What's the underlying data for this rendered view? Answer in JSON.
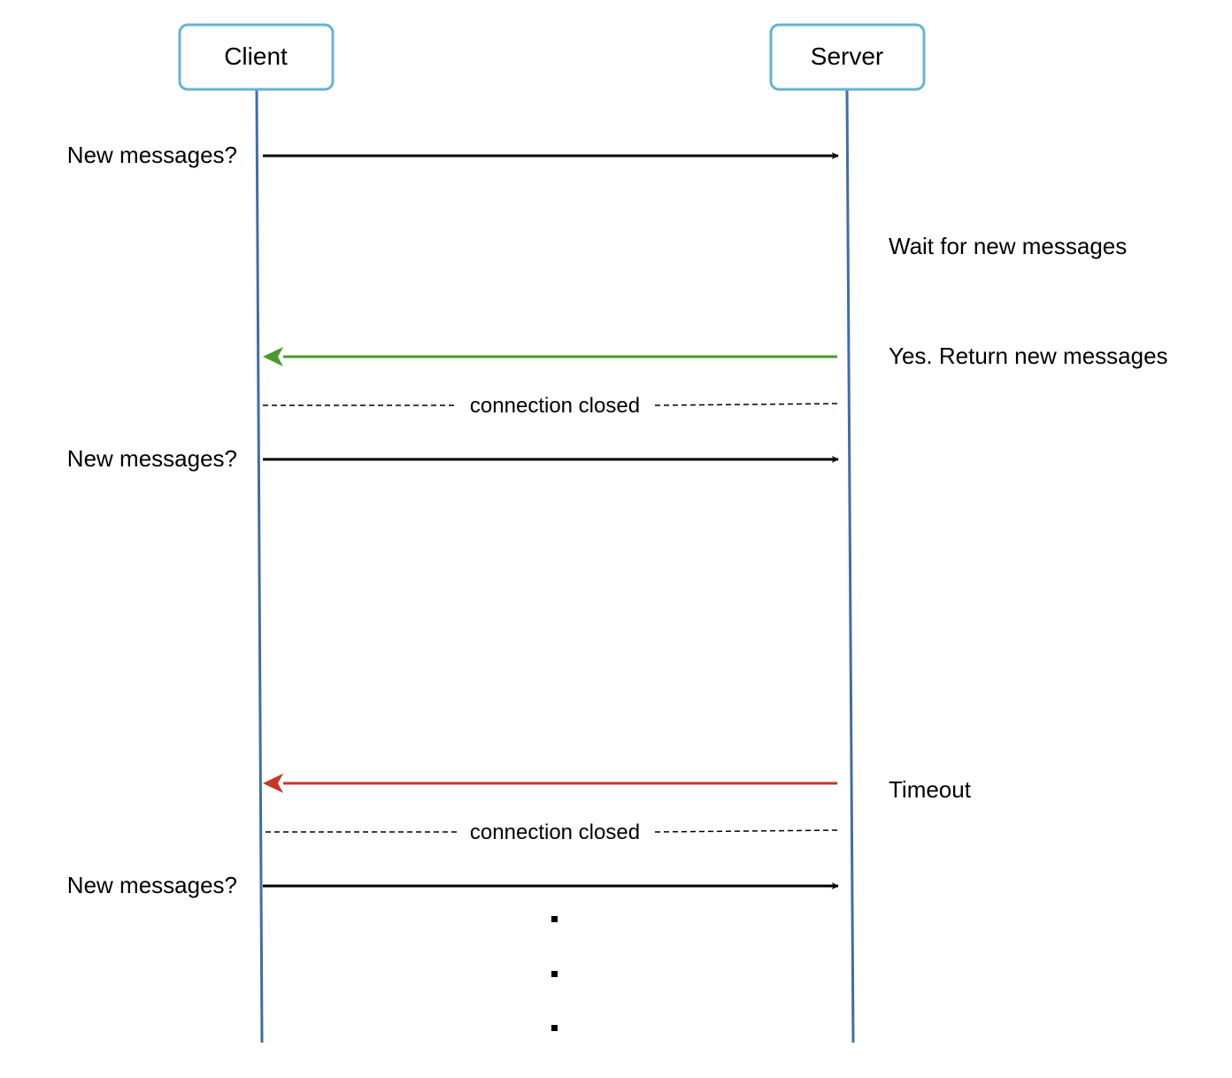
{
  "actors": {
    "client": {
      "label": "Client"
    },
    "server": {
      "label": "Server"
    }
  },
  "colors": {
    "actor_border": "#62b4d4",
    "lifeline": "#3f6ea8",
    "request": "#000000",
    "success_response": "#4a9a2a",
    "timeout_response": "#c0392b"
  },
  "messages": [
    {
      "label": "New messages?",
      "direction": "client-to-server",
      "kind": "request"
    },
    {
      "label": "Wait for new messages",
      "kind": "server-note"
    },
    {
      "label": "Yes. Return new messages",
      "direction": "server-to-client",
      "kind": "success_response"
    },
    {
      "label": "connection closed",
      "kind": "connection-closed"
    },
    {
      "label": "New messages?",
      "direction": "client-to-server",
      "kind": "request"
    },
    {
      "label": "Timeout",
      "direction": "server-to-client",
      "kind": "timeout_response"
    },
    {
      "label": "connection closed",
      "kind": "connection-closed"
    },
    {
      "label": "New messages?",
      "direction": "client-to-server",
      "kind": "request"
    }
  ],
  "continuation": {
    "dots": 3,
    "icon": "ellipsis-vertical-icon"
  }
}
